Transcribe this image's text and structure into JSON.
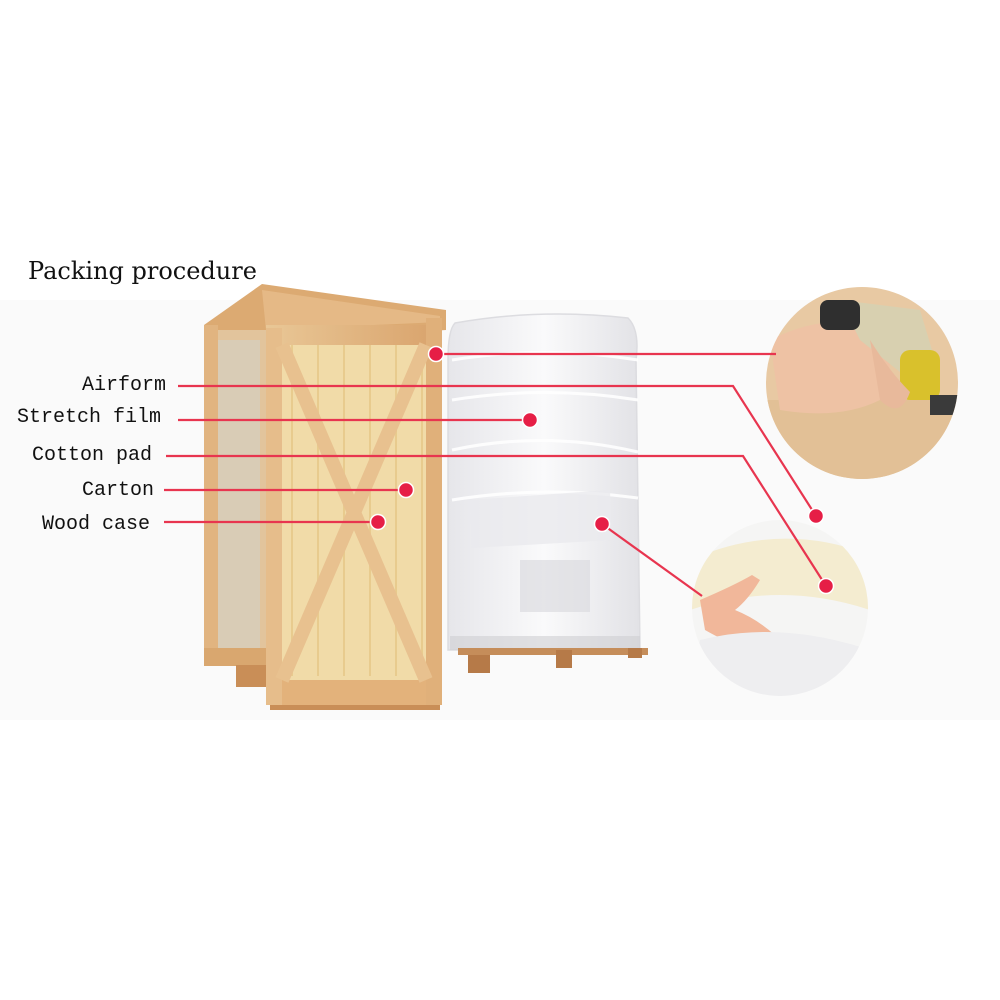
{
  "title": "Packing procedure",
  "labels": [
    {
      "id": "airform",
      "text": "Airform"
    },
    {
      "id": "stretch-film",
      "text": "Stretch film"
    },
    {
      "id": "cotton-pad",
      "text": "Cotton pad"
    },
    {
      "id": "carton",
      "text": "Carton"
    },
    {
      "id": "wood-case",
      "text": "Wood case"
    }
  ],
  "colors": {
    "leader_line": "#e8354f",
    "marker": "#e61e46",
    "wood": "#e0b27e",
    "wood_dark": "#c98e57",
    "carton": "#f3e0a8",
    "film": "#f2f2f4"
  }
}
